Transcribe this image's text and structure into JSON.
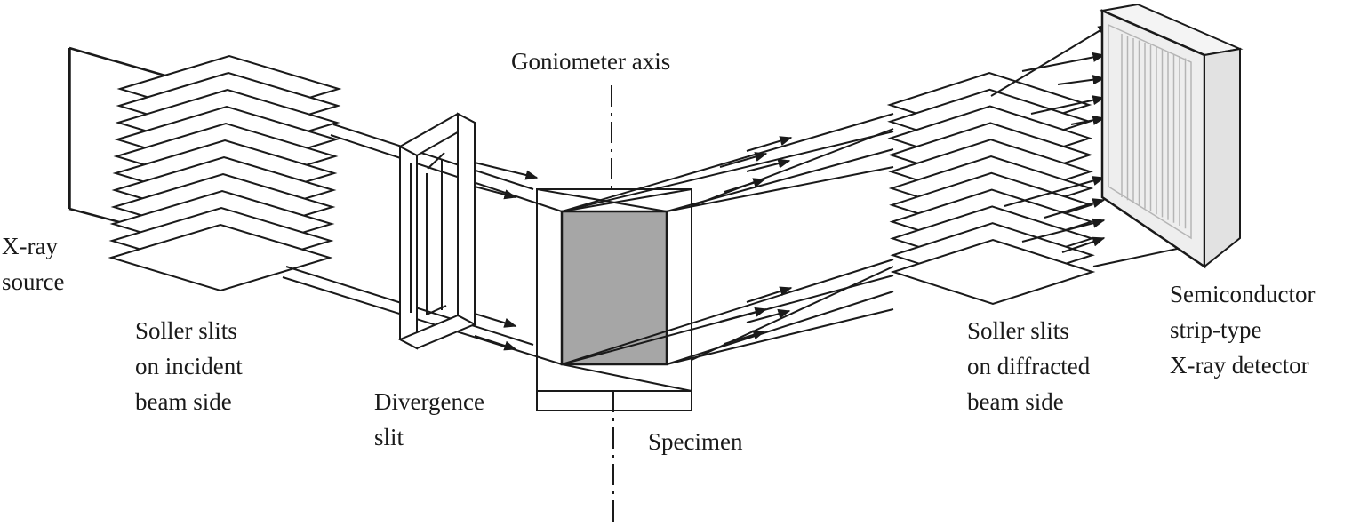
{
  "labels": {
    "goniometer_axis": "Goniometer axis",
    "xray_source": [
      "X-ray",
      "source"
    ],
    "soller_incident": [
      "Soller slits",
      "on incident",
      "beam side"
    ],
    "divergence_slit": [
      "Divergence",
      "slit"
    ],
    "specimen": "Specimen",
    "soller_diffracted": [
      "Soller slits",
      "on diffracted",
      "beam side"
    ],
    "detector": [
      "Semiconductor",
      "strip-type",
      "X-ray detector"
    ]
  },
  "colors": {
    "line": "#1a1a1a",
    "specimen_fill": "#a6a6a6",
    "detector_fill": "#eeeeee",
    "detector_strips": "#b5b5b5"
  }
}
